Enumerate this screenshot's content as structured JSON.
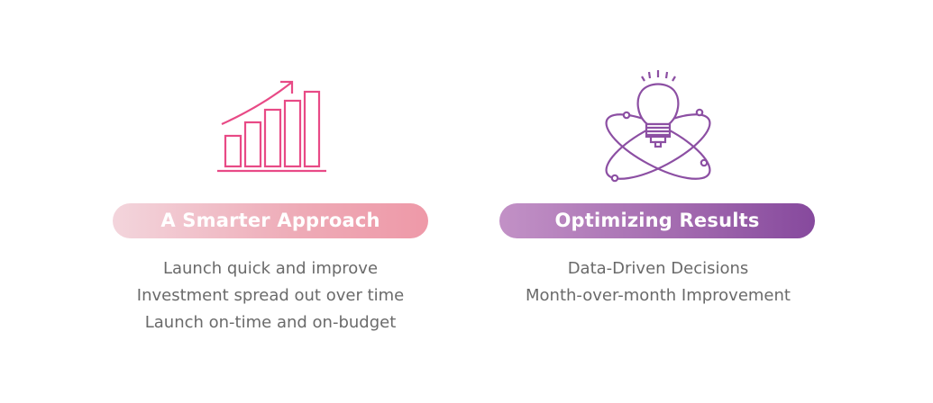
{
  "colors": {
    "chart_icon": "#e84a86",
    "bulb_icon": "#8c4fa3",
    "badge_left_start": "#f3d5dc",
    "badge_left_end": "#ee99a8",
    "badge_right_start": "#c291c6",
    "badge_right_end": "#86499d",
    "body_text": "#6a6a6a"
  },
  "panels": [
    {
      "icon": "growth-bar-chart-icon",
      "title": "A Smarter Approach",
      "bullets": [
        "Launch quick and improve",
        "Investment spread out over time",
        "Launch on-time and on-budget"
      ]
    },
    {
      "icon": "lightbulb-orbit-icon",
      "title": "Optimizing Results",
      "bullets": [
        "Data-Driven Decisions",
        "Month-over-month Improvement"
      ]
    }
  ]
}
